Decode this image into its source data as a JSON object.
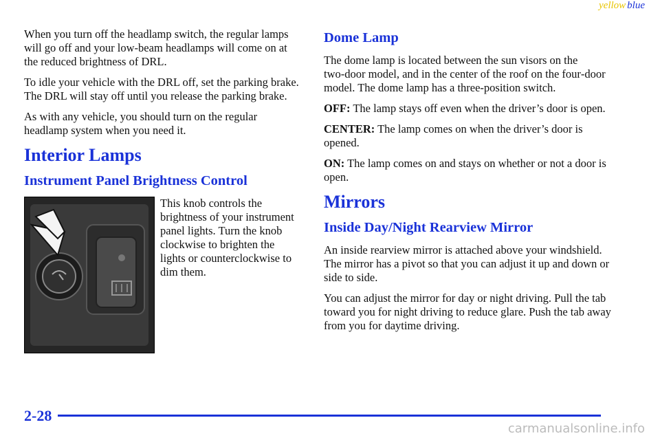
{
  "header_tag": {
    "yellow": "yellow",
    "blue": "blue"
  },
  "left": {
    "para1": "When you turn off the headlamp switch, the regular lamps will go off and your low‑beam headlamps will come on at the reduced brightness of DRL.",
    "para2": "To idle your vehicle with the DRL off, set the parking brake. The DRL will stay off until you release the parking brake.",
    "para3": "As with any vehicle, you should turn on the regular headlamp system when you need it.",
    "h_interior": "Interior Lamps",
    "h_panel": "Instrument Panel Brightness Control",
    "caption": "This knob controls the brightness of your instrument panel lights. Turn the knob clockwise to brighten the lights or counterclockwise to dim them."
  },
  "right": {
    "h_dome": "Dome Lamp",
    "dome_intro": "The dome lamp is located between the sun visors on the two‑door model, and in the center of the roof on the four‑door model. The dome lamp has a three‑position switch.",
    "off_label": "OFF:",
    "off_text": " The lamp stays off even when the driver’s door is open.",
    "center_label": "CENTER:",
    "center_text": " The lamp comes on when the driver’s door is opened.",
    "on_label": "ON:",
    "on_text": " The lamp comes on and stays on whether or not a door is open.",
    "h_mirrors": "Mirrors",
    "h_inside": "Inside Day/Night Rearview Mirror",
    "mirror_p1": "An inside rearview mirror is attached above your windshield. The mirror has a pivot so that you can adjust it up and down or side to side.",
    "mirror_p2": "You can adjust the mirror for day or night driving. Pull the tab toward you for night driving to reduce glare. Push the tab away from you for daytime driving."
  },
  "footer": {
    "page_number": "2-28",
    "watermark": "carmanualsonline.info"
  },
  "colors": {
    "heading_blue": "#1a32d8",
    "tag_yellow": "#e8c400"
  }
}
